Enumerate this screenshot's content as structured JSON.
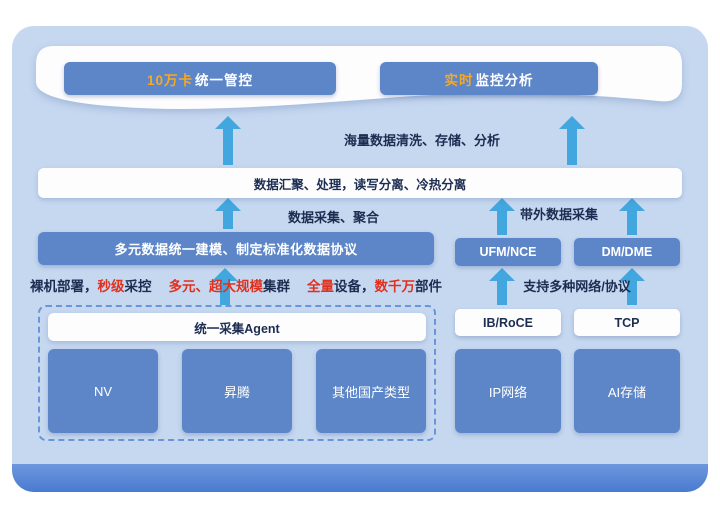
{
  "colors": {
    "panel_bg": "#c6d8f0",
    "blue_box": "#5d86c8",
    "arrow": "#41a7de",
    "red": "#e0301e",
    "orange": "#f7a823",
    "dark": "#1d2d52",
    "dash": "#6a95d8"
  },
  "cloud": {
    "btn_manage": {
      "highlight": "10万卡",
      "rest": "统一管控"
    },
    "btn_monitor": {
      "highlight": "实时",
      "rest": "监控分析"
    }
  },
  "labels": {
    "massive": "海量数据清洗、存储、分析",
    "hub_bar": "数据汇聚、处理，读写分离、冷热分离",
    "collect": "数据采集、聚合",
    "oob": "带外数据采集",
    "modeling_bar": "多元数据统一建模、制定标准化数据协议",
    "protocols": "支持多种网络/协议",
    "agent_bar": "统一采集Agent"
  },
  "features": {
    "p1a": "裸机部署，",
    "p1b": "秒级",
    "p1c": "采控",
    "p2a": "多元、超大规模",
    "p2b": "集群",
    "p3a": "全量",
    "p3b": "设备，",
    "p3c": "数千万",
    "p3d": "部件"
  },
  "buttons": {
    "ufm": "UFM/NCE",
    "dm": "DM/DME",
    "ib": "IB/RoCE",
    "tcp": "TCP"
  },
  "boxes": {
    "nv": "NV",
    "ascend": "昇腾",
    "other": "其他国产类型",
    "ip": "IP网络",
    "ai": "AI存储"
  }
}
